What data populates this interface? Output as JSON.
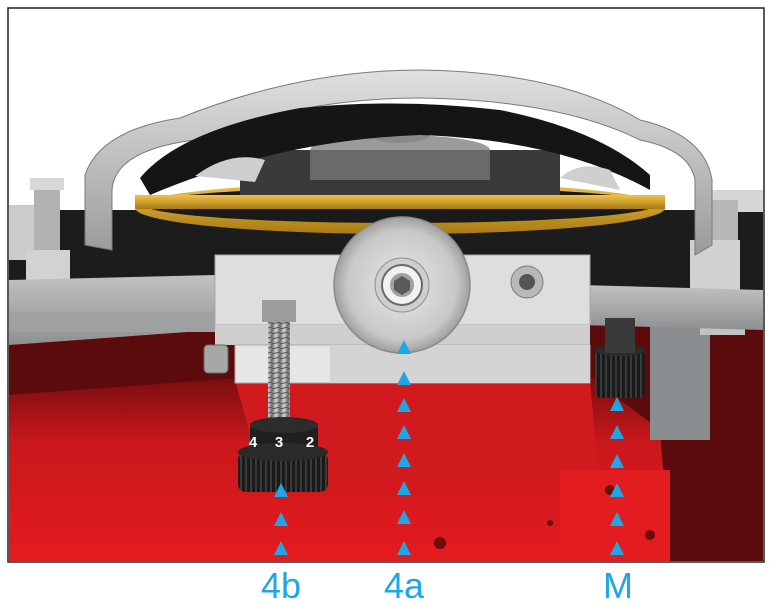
{
  "labels": {
    "left": "4b",
    "center": "4a",
    "right": "M"
  },
  "knob": {
    "dial_numbers": [
      "4",
      "3",
      "2"
    ]
  },
  "colors": {
    "accent": "#1ea7e6",
    "housing_red": "#e41b1f",
    "ring_gold": "#d4a52a",
    "bracket_gray": "#d9d9d9"
  }
}
